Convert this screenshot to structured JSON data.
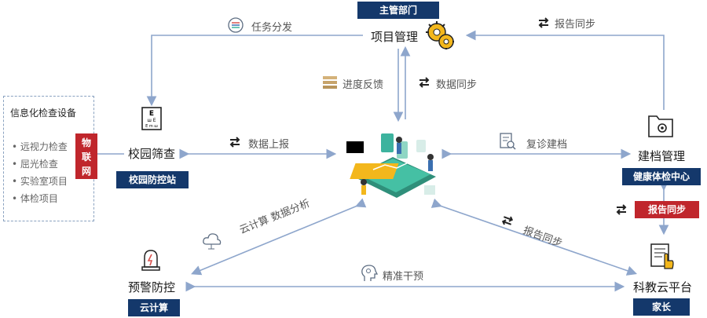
{
  "nodes": {
    "project": {
      "label": "项目管理",
      "tag": "主管部门"
    },
    "school": {
      "label": "校园筛查",
      "tag": "校园防控站"
    },
    "archive": {
      "label": "建档管理",
      "tag": "健康体检中心"
    },
    "warning": {
      "label": "预警防控",
      "tag": "云计算"
    },
    "edu": {
      "label": "科教云平台",
      "tag": "家长"
    }
  },
  "device_panel": {
    "title": "信息化检查设备",
    "items": [
      "远视力检查",
      "屈光检查",
      "实验室项目",
      "体检项目"
    ],
    "iot_label": "物联网"
  },
  "edges": {
    "task_dispatch": "任务分发",
    "report_sync_top": "报告同步",
    "progress_feedback": "进度反馈",
    "data_sync": "数据同步",
    "data_report": "数据上报",
    "revisit_archive": "复诊建档",
    "cloud_analysis": "云计算 数据分析",
    "report_sync_mid": "报告同步",
    "report_sync_right": "报告同步",
    "precise_intervention": "精准干预"
  },
  "colors": {
    "arrow": "#8ea6cc",
    "navy_tag": "#14386b",
    "red_tag": "#c0262c",
    "green_illustration": "#3db39e"
  }
}
